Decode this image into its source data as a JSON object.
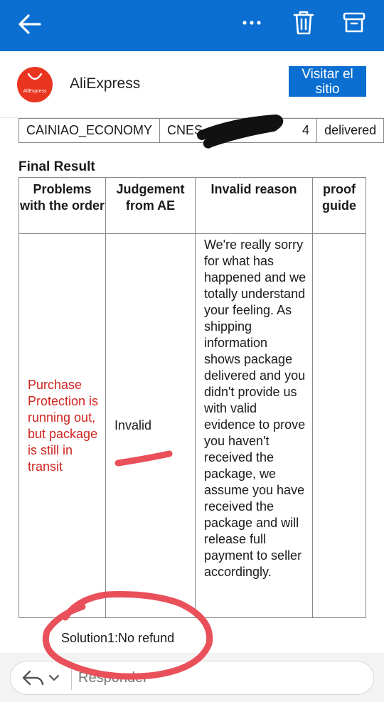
{
  "appbar": {
    "back_icon": "arrow-left-icon",
    "more_icon": "more-dots-icon",
    "delete_icon": "trash-icon",
    "archive_icon": "archive-icon",
    "background": "#0a6fd1"
  },
  "sender": {
    "name": "AliExpress",
    "logo_text": "AliExpress",
    "logo_color": "#e9341f",
    "visit_button": "Visitar el sitio"
  },
  "shipping": {
    "carrier": "CAINIAO_ECONOMY",
    "tracking": "CNES",
    "tracking_tail": "4",
    "status": "delivered"
  },
  "final_result": {
    "title": "Final Result",
    "headers": [
      "Problems with the order",
      "Judgement from AE",
      "Invalid reason",
      "proof guide"
    ],
    "row": {
      "problem": "Purchase Protection is running out, but package is still in transit",
      "judgement": "Invalid",
      "reason": "We're really sorry for what has happened and we totally understand your feeling. As shipping information shows package delivered and you didn't provide us with valid evidence to prove you haven't received the package, we assume you have received the package and will release full payment to seller accordingly.",
      "proof": ""
    },
    "problem_color": "#d0241e"
  },
  "solution": "Solution1:No refund",
  "reply": {
    "placeholder": "Responder",
    "icon": "reply-icon"
  },
  "annotations": {
    "scribble_color": "#111111",
    "marker_color": "#e9505a"
  }
}
